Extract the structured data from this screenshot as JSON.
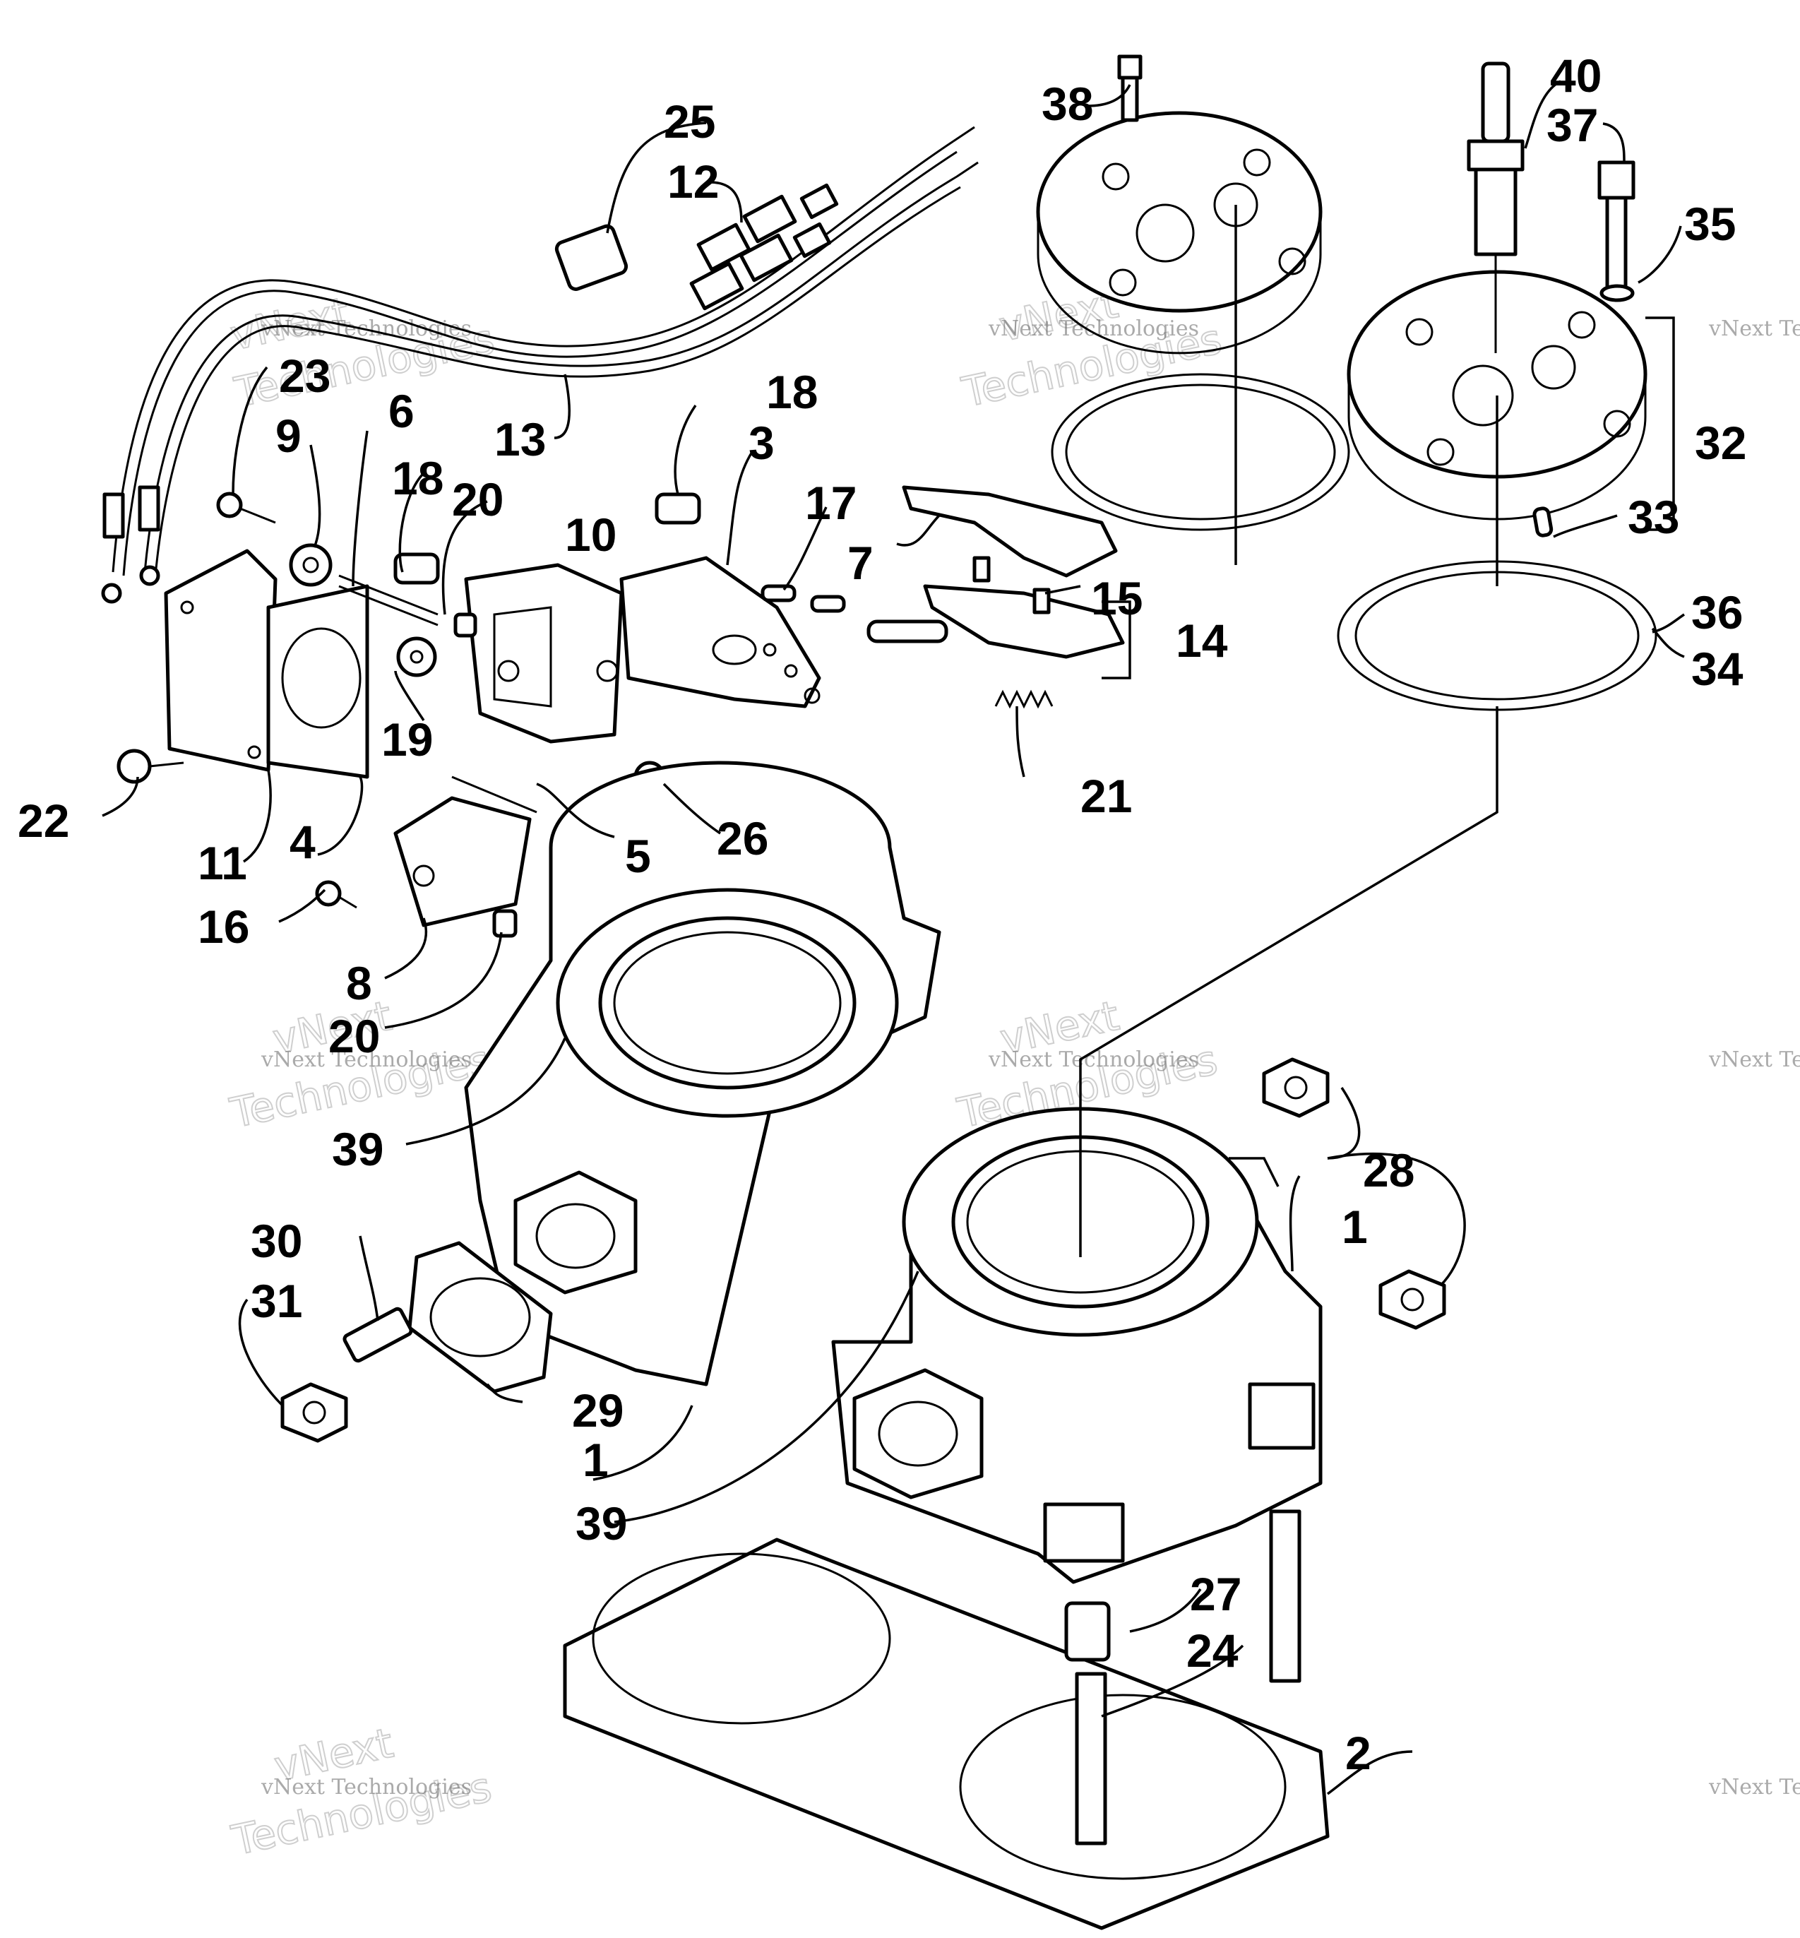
{
  "watermark": {
    "small": "vNext Technologies",
    "big_line1": "vNext",
    "big_line2": "Technologies"
  },
  "callouts": {
    "c1a": "1",
    "c1b": "1",
    "c2": "2",
    "c3": "3",
    "c4": "4",
    "c5": "5",
    "c6": "6",
    "c7": "7",
    "c8": "8",
    "c9": "9",
    "c10": "10",
    "c11": "11",
    "c12": "12",
    "c13": "13",
    "c14": "14",
    "c15": "15",
    "c16": "16",
    "c17": "17",
    "c18a": "18",
    "c18b": "18",
    "c19": "19",
    "c20a": "20",
    "c20b": "20",
    "c21": "21",
    "c22": "22",
    "c23": "23",
    "c24": "24",
    "c25": "25",
    "c26": "26",
    "c27": "27",
    "c28": "28",
    "c29": "29",
    "c30": "30",
    "c31": "31",
    "c32": "32",
    "c33": "33",
    "c34": "34",
    "c35": "35",
    "c36": "36",
    "c37": "37",
    "c38": "38",
    "c39a": "39",
    "c39b": "39",
    "c40": "40"
  }
}
